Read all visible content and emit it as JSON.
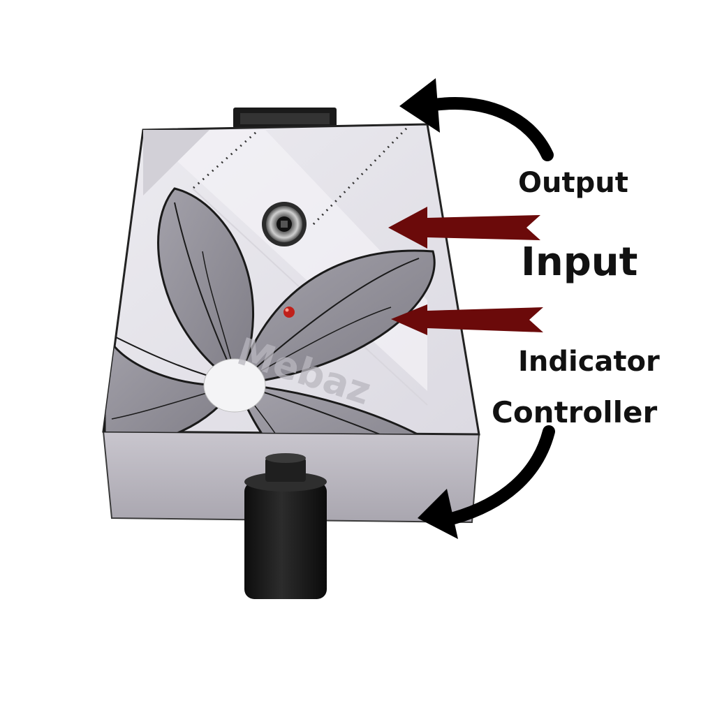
{
  "labels": {
    "output": "Output",
    "input": "Input",
    "indicator": "Indicator",
    "controller": "Controller"
  },
  "watermark": "Mebaz",
  "colors": {
    "background": "#ffffff",
    "label_text": "#111111",
    "black_arrow": "#000000",
    "red_arrow": "#6b0a0a",
    "led": "#c0201a",
    "enclosure_light": "#e4e1ea",
    "enclosure_side": "#b9b6bf",
    "petal": "#8f8d96",
    "petal_line": "#1a1a1a",
    "knob": "#1b1b1b"
  },
  "icons": {
    "output_arrow": "curved-arrow-icon",
    "controller_arrow": "curved-arrow-icon",
    "input_arrow": "straight-arrow-icon",
    "indicator_arrow": "straight-arrow-icon"
  }
}
